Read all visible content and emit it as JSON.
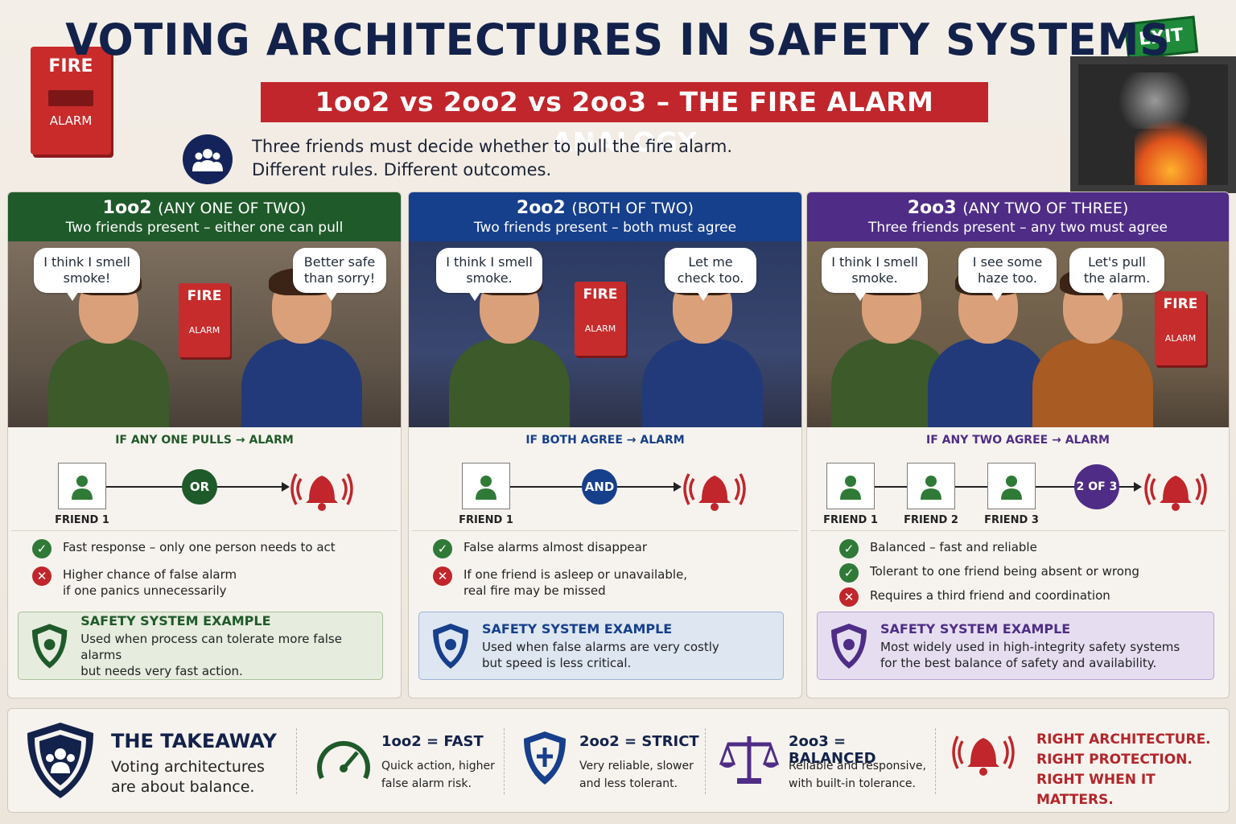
{
  "header": {
    "title": "VOTING ARCHITECTURES IN SAFETY SYSTEMS",
    "subtitle": "1oo2 vs 2oo2 vs 2oo3 – THE FIRE ALARM ANALOGY",
    "intro_line1": "Three friends must decide whether to pull the fire alarm.",
    "intro_line2": "Different rules. Different outcomes."
  },
  "decor": {
    "fire_box_title": "FIRE",
    "fire_box_label": "ALARM",
    "exit_sign": "EXIT"
  },
  "colors": {
    "green": "#1f5a2a",
    "blue": "#163f8c",
    "purple": "#4f2d86",
    "red": "#c0262b",
    "navy": "#13224a"
  },
  "panels": [
    {
      "code": "1oo2",
      "title_suffix": "(ANY ONE OF TWO)",
      "subtitle": "Two friends present – either one can pull",
      "bubbles": [
        "I think I smell smoke!",
        "Better safe than sorry!"
      ],
      "wall_alarm_title": "FIRE",
      "wall_alarm_label": "ALARM",
      "logic_title": "IF ANY ONE PULLS → ALARM",
      "friends": [
        "FRIEND 1"
      ],
      "gate": "OR",
      "points": [
        {
          "type": "pro",
          "text": "Fast response – only one person needs to act"
        },
        {
          "type": "con",
          "text": "Higher chance of false alarm",
          "text2": "if one panics unnecessarily"
        }
      ],
      "example_title": "SAFETY SYSTEM EXAMPLE",
      "example_line1": "Used when process can tolerate more false alarms",
      "example_line2": "but needs very fast action."
    },
    {
      "code": "2oo2",
      "title_suffix": "(BOTH OF TWO)",
      "subtitle": "Two friends present – both must agree",
      "bubbles": [
        "I think I smell smoke.",
        "Let me check too."
      ],
      "wall_alarm_title": "FIRE",
      "wall_alarm_label": "ALARM",
      "logic_title": "IF BOTH AGREE → ALARM",
      "friends": [
        "FRIEND 1"
      ],
      "gate": "AND",
      "points": [
        {
          "type": "pro",
          "text": "False alarms almost disappear"
        },
        {
          "type": "con",
          "text": "If one friend is asleep or unavailable,",
          "text2": "real fire may be missed"
        }
      ],
      "example_title": "SAFETY SYSTEM EXAMPLE",
      "example_line1": "Used when false alarms are very costly",
      "example_line2": "but speed is less critical."
    },
    {
      "code": "2oo3",
      "title_suffix": "(ANY TWO OF THREE)",
      "subtitle": "Three friends present – any two must agree",
      "bubbles": [
        "I think I smell smoke.",
        "I see some haze too.",
        "Let's pull the alarm."
      ],
      "wall_alarm_title": "FIRE",
      "wall_alarm_label": "ALARM",
      "logic_title": "IF ANY TWO AGREE → ALARM",
      "friends": [
        "FRIEND 1",
        "FRIEND 2",
        "FRIEND 3"
      ],
      "gate": "2 OF 3",
      "points": [
        {
          "type": "pro",
          "text": "Balanced – fast and reliable"
        },
        {
          "type": "pro",
          "text": "Tolerant to one friend being absent or wrong"
        },
        {
          "type": "con",
          "text": "Requires a third friend and coordination"
        }
      ],
      "example_title": "SAFETY SYSTEM EXAMPLE",
      "example_line1": "Most widely used in high-integrity safety systems",
      "example_line2": "for the best balance of safety and availability."
    }
  ],
  "takeaway": {
    "title": "THE TAKEAWAY",
    "line1": "Voting architectures",
    "line2": "are about balance.",
    "items": [
      {
        "head": "1oo2 = FAST",
        "line1": "Quick action, higher",
        "line2": "false alarm risk.",
        "icon": "speedometer-icon"
      },
      {
        "head": "2oo2 = STRICT",
        "line1": "Very reliable, slower",
        "line2": "and less tolerant.",
        "icon": "shield-icon"
      },
      {
        "head": "2oo3 = BALANCED",
        "line1": "Reliable and responsive,",
        "line2": "with built-in tolerance.",
        "icon": "scale-icon"
      }
    ],
    "closing_line1": "RIGHT ARCHITECTURE.",
    "closing_line2": "RIGHT PROTECTION.",
    "closing_line3": "RIGHT WHEN IT MATTERS."
  }
}
